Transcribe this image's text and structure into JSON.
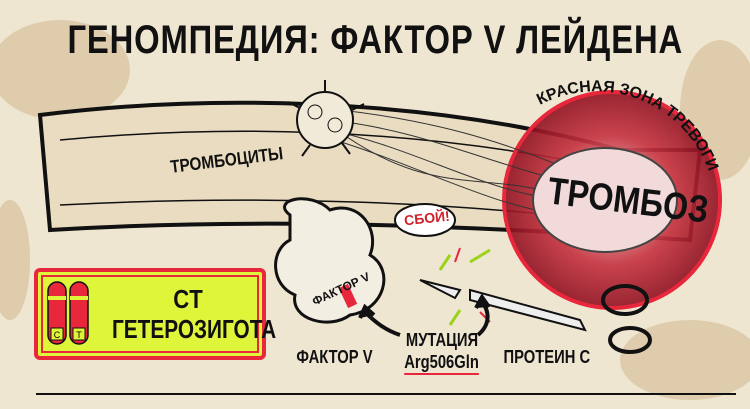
{
  "title": "ГЕНОМПЕДИЯ: ФАКТОР V ЛЕЙДЕНА",
  "labels": {
    "platelets": "ТРОМБОЦИТЫ",
    "red_zone": "КРАСНАЯ ЗОНА ТРЕВОГИ",
    "thrombosis": "ТРОМБОЗ",
    "failure": "СБОЙ!",
    "factor_v_on_protein": "ФАКТОР V",
    "factor_v": "ФАКТОР V",
    "mutation": "МУТАЦИЯ",
    "mutation_code": "Arg506Gln",
    "protein_c": "ПРОТЕИН C"
  },
  "genotype": {
    "line1": "CT",
    "line2": "ГЕТЕРОЗИГОТА",
    "allele_left": "C",
    "allele_right": "T"
  },
  "colors": {
    "alert_red": "#e8273c",
    "highlight_green": "#dff53a",
    "paper": "#efe6d2",
    "ink": "#111111"
  }
}
